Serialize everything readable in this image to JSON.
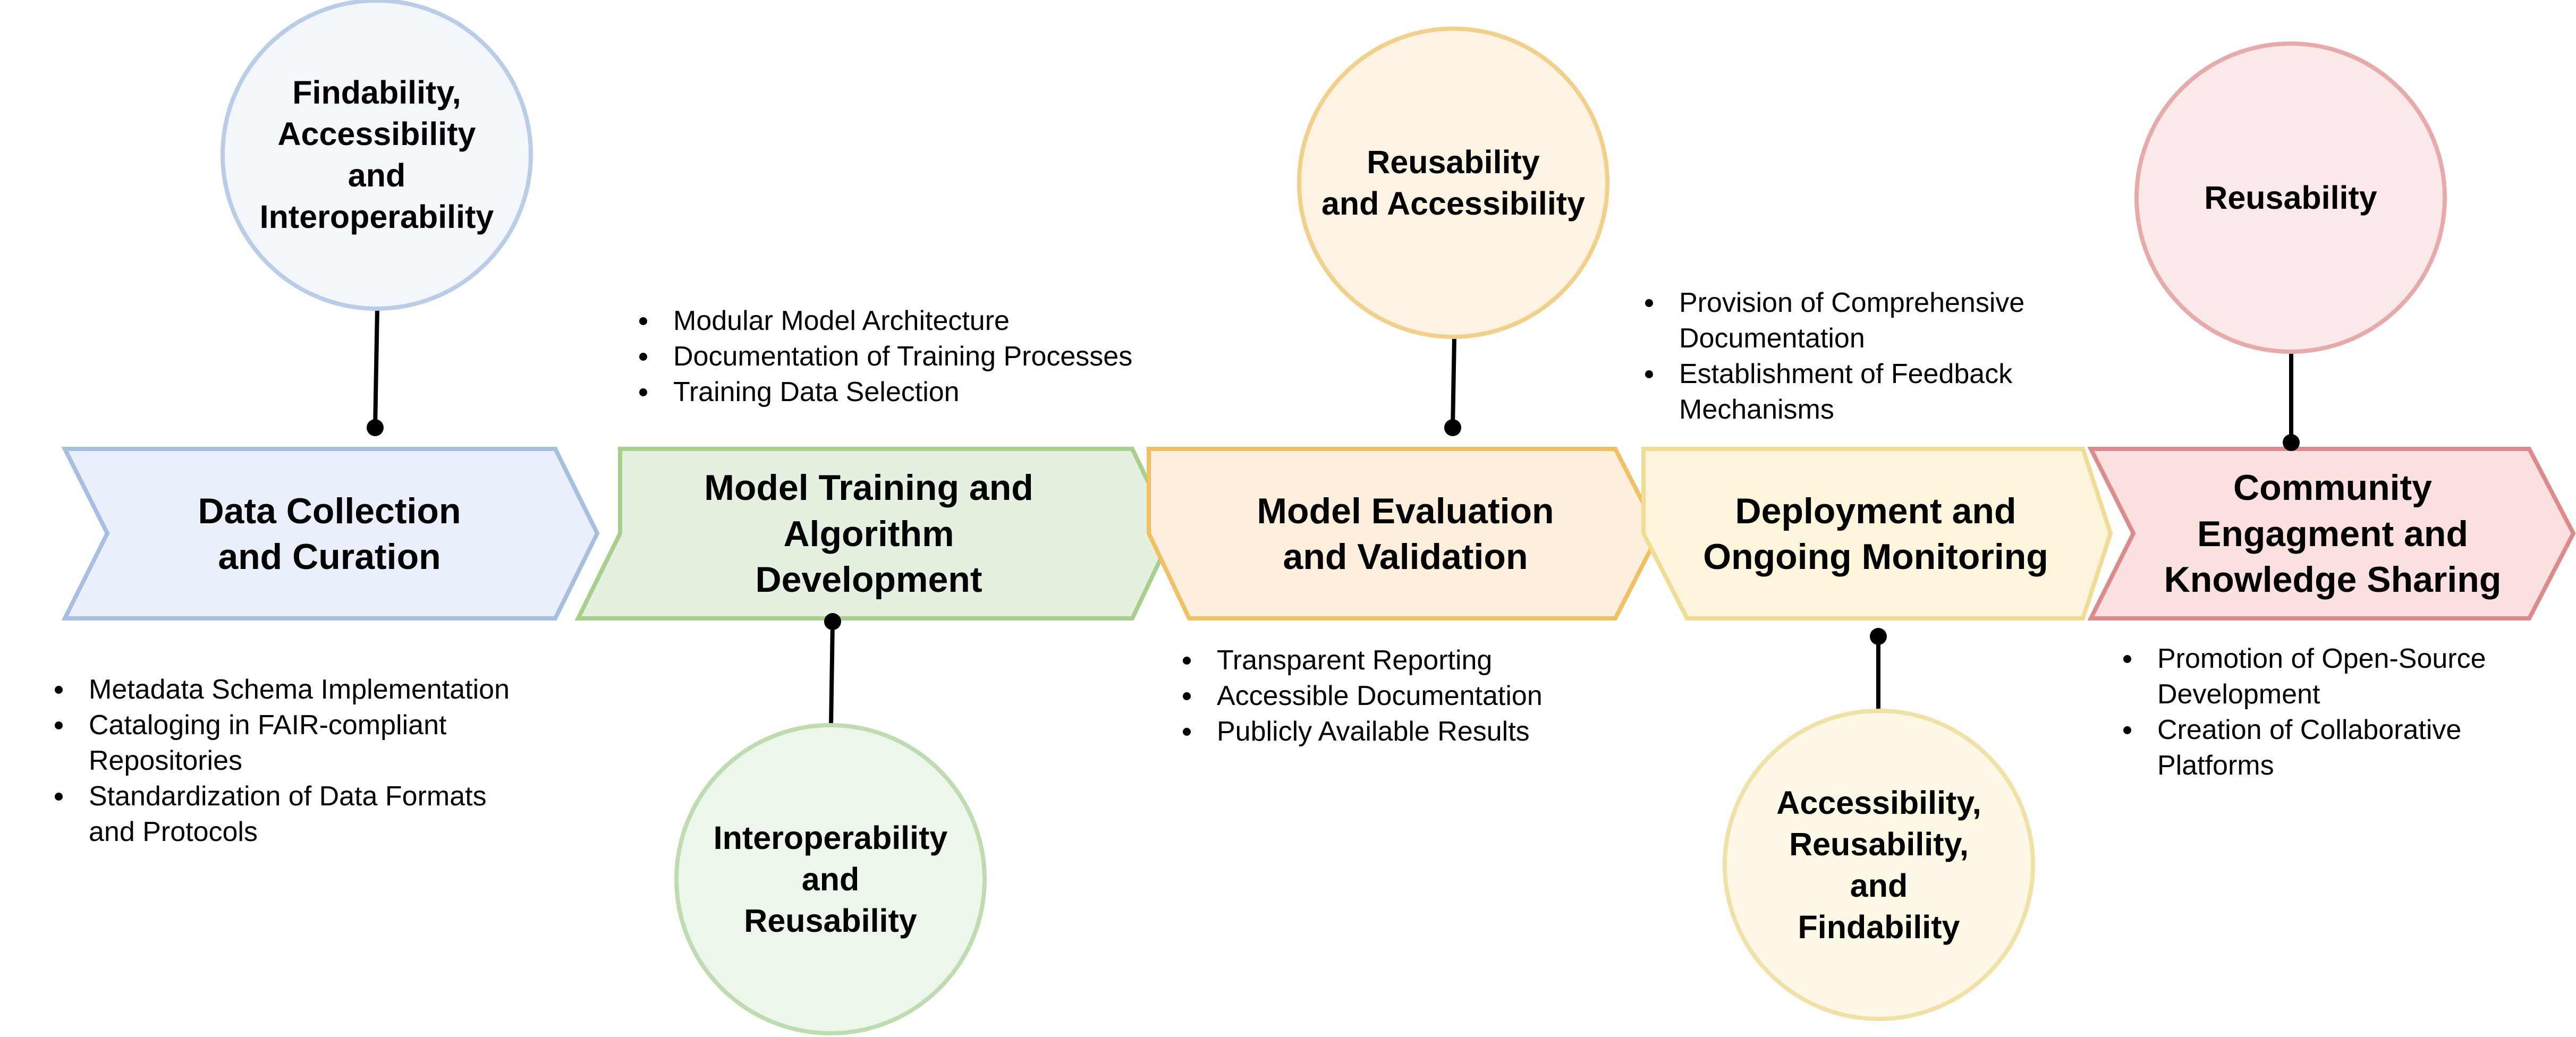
{
  "stages": [
    {
      "title": "Data Collection\nand Curation",
      "fill": "#e9f0fb",
      "stroke": "#a6bfe0",
      "circle": {
        "text": "Findability,\nAccessibility\nand\nInteroperability",
        "fill": "#f3f7fc",
        "stroke": "#b9cde8"
      },
      "bullets": [
        "Metadata Schema Implementation",
        "Cataloging in FAIR-compliant\nRepositories",
        "Standardization of Data Formats\nand Protocols"
      ]
    },
    {
      "title": "Model Training and\nAlgorithm\nDevelopment",
      "fill": "#e4f0e0",
      "stroke": "#a8d08d",
      "circle": {
        "text": "Interoperability\nand\nReusability",
        "fill": "#edf6ea",
        "stroke": "#bfdcb0"
      },
      "bullets": [
        "Modular Model Architecture",
        "Documentation of Training Processes",
        "Training Data Selection"
      ]
    },
    {
      "title": "Model Evaluation\nand Validation",
      "fill": "#fdefdc",
      "stroke": "#f0c063",
      "circle": {
        "text": "Reusability\nand Accessibility",
        "fill": "#fdf3e3",
        "stroke": "#f0d08a"
      },
      "bullets": [
        "Transparent Reporting",
        "Accessible Documentation",
        "Publicly Available Results"
      ]
    },
    {
      "title": "Deployment and\nOngoing Monitoring",
      "fill": "#fdf4dc",
      "stroke": "#f0dc94",
      "circle": {
        "text": "Accessibility,\nReusability,\nand\nFindability",
        "fill": "#fdf8e6",
        "stroke": "#f0e2a6"
      },
      "bullets": [
        "Provision of Comprehensive\nDocumentation",
        "Establishment of Feedback\nMechanisms"
      ]
    },
    {
      "title": "Community\nEngagment and\nKnowledge Sharing",
      "fill": "#fbe0e0",
      "stroke": "#dd8a8a",
      "circle": {
        "text": "Reusability",
        "fill": "#fbe9e9",
        "stroke": "#e6aaaa"
      },
      "bullets": [
        "Promotion of Open-Source\nDevelopment",
        "Creation of Collaborative\nPlatforms"
      ]
    }
  ]
}
